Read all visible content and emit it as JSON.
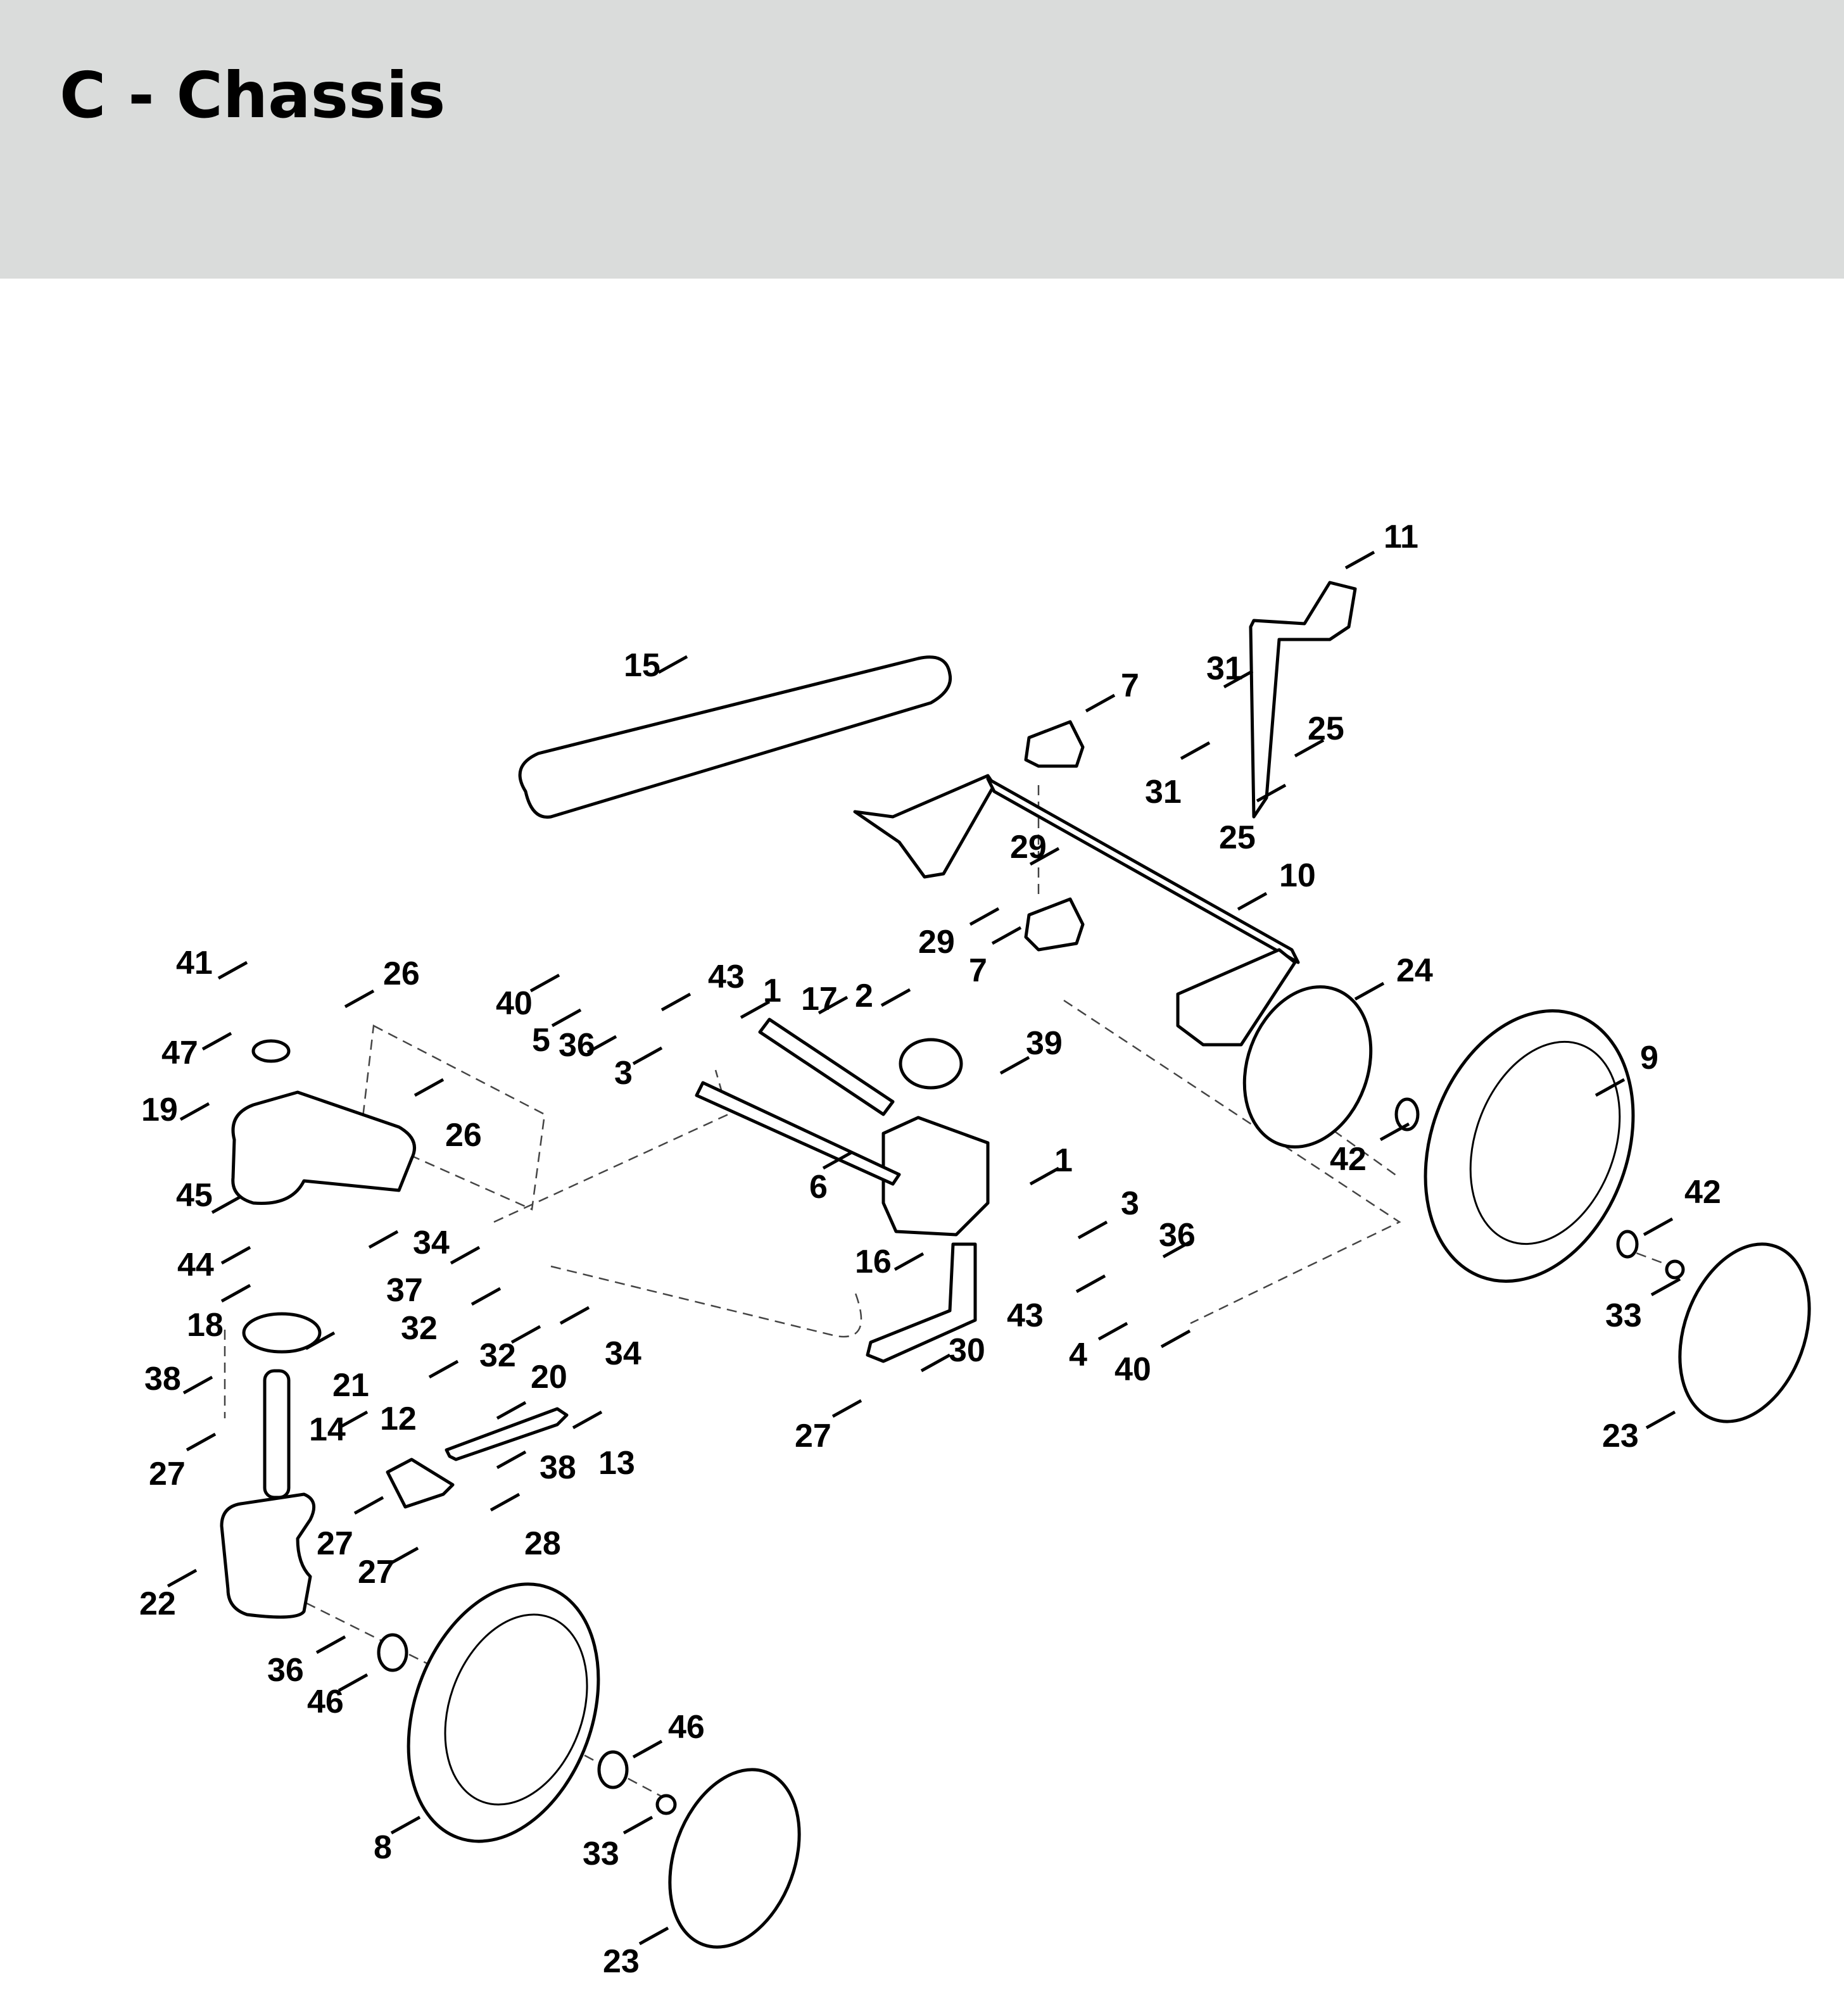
{
  "header": {
    "title": "C - Chassis",
    "background": "#dadcdb"
  },
  "callouts": {
    "c11": "11",
    "c31a": "31",
    "c31b": "31",
    "c25a": "25",
    "c25b": "25",
    "c15": "15",
    "c7a": "7",
    "c7b": "7",
    "c29a": "29",
    "c29b": "29",
    "c10": "10",
    "c41": "41",
    "c26a": "26",
    "c26b": "26",
    "c47": "47",
    "c19": "19",
    "c40a": "40",
    "c5": "5",
    "c36a": "36",
    "c43a": "43",
    "c3a": "3",
    "c1a": "1",
    "c17": "17",
    "c2": "2",
    "c39": "39",
    "c24": "24",
    "c9": "9",
    "c42a": "42",
    "c42b": "42",
    "c33a": "33",
    "c23a": "23",
    "c6": "6",
    "c1b": "1",
    "c3b": "3",
    "c36b": "36",
    "c43b": "43",
    "c4": "4",
    "c40b": "40",
    "c16": "16",
    "c30": "30",
    "c27a": "27",
    "c45": "45",
    "c44": "44",
    "c18": "18",
    "c37": "37",
    "c34a": "34",
    "c32a": "32",
    "c32b": "32",
    "c34b": "34",
    "c21": "21",
    "c38a": "38",
    "c27b": "27",
    "c20": "20",
    "c12": "12",
    "c13": "13",
    "c38b": "38",
    "c14": "14",
    "c27c": "27",
    "c27d": "27",
    "c28": "28",
    "c22": "22",
    "c36c": "36",
    "c46a": "46",
    "c46b": "46",
    "c8": "8",
    "c33b": "33",
    "c23b": "23"
  }
}
